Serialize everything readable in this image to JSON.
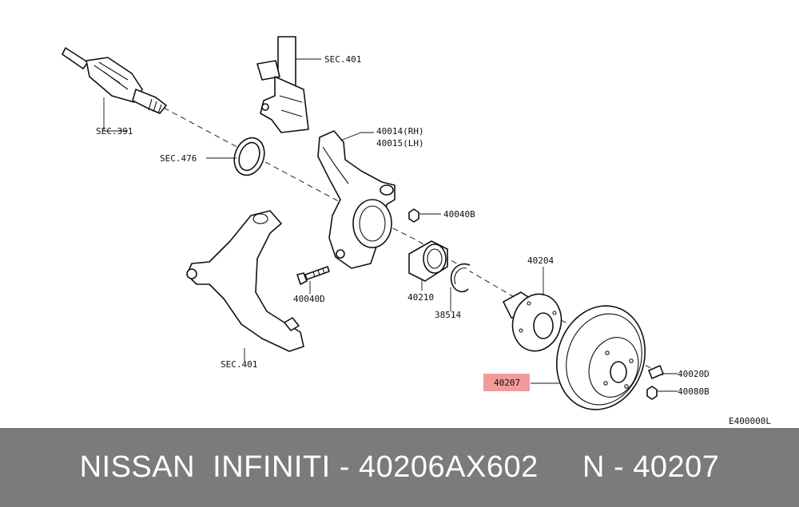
{
  "diagram": {
    "labels": {
      "sec401_top": "SEC.401",
      "sec391": "SEC.391",
      "sec476": "SEC.476",
      "p40014": "40014(RH)",
      "p40015": "40015(LH)",
      "p40040b": "40040B",
      "p40040d": "40040D",
      "p40210": "40210",
      "p38514": "38514",
      "p40204": "40204",
      "p40207": "40207",
      "p40020d": "40020D",
      "p40080b": "40080B",
      "sec401_bottom": "SEC.401",
      "figure_code": "E400000L"
    },
    "highlight_color": "#f08a8a"
  },
  "footer": {
    "text": "NISSAN  INFINITI - 40206AX602     N - 40207",
    "background": "#7b7b7b"
  }
}
